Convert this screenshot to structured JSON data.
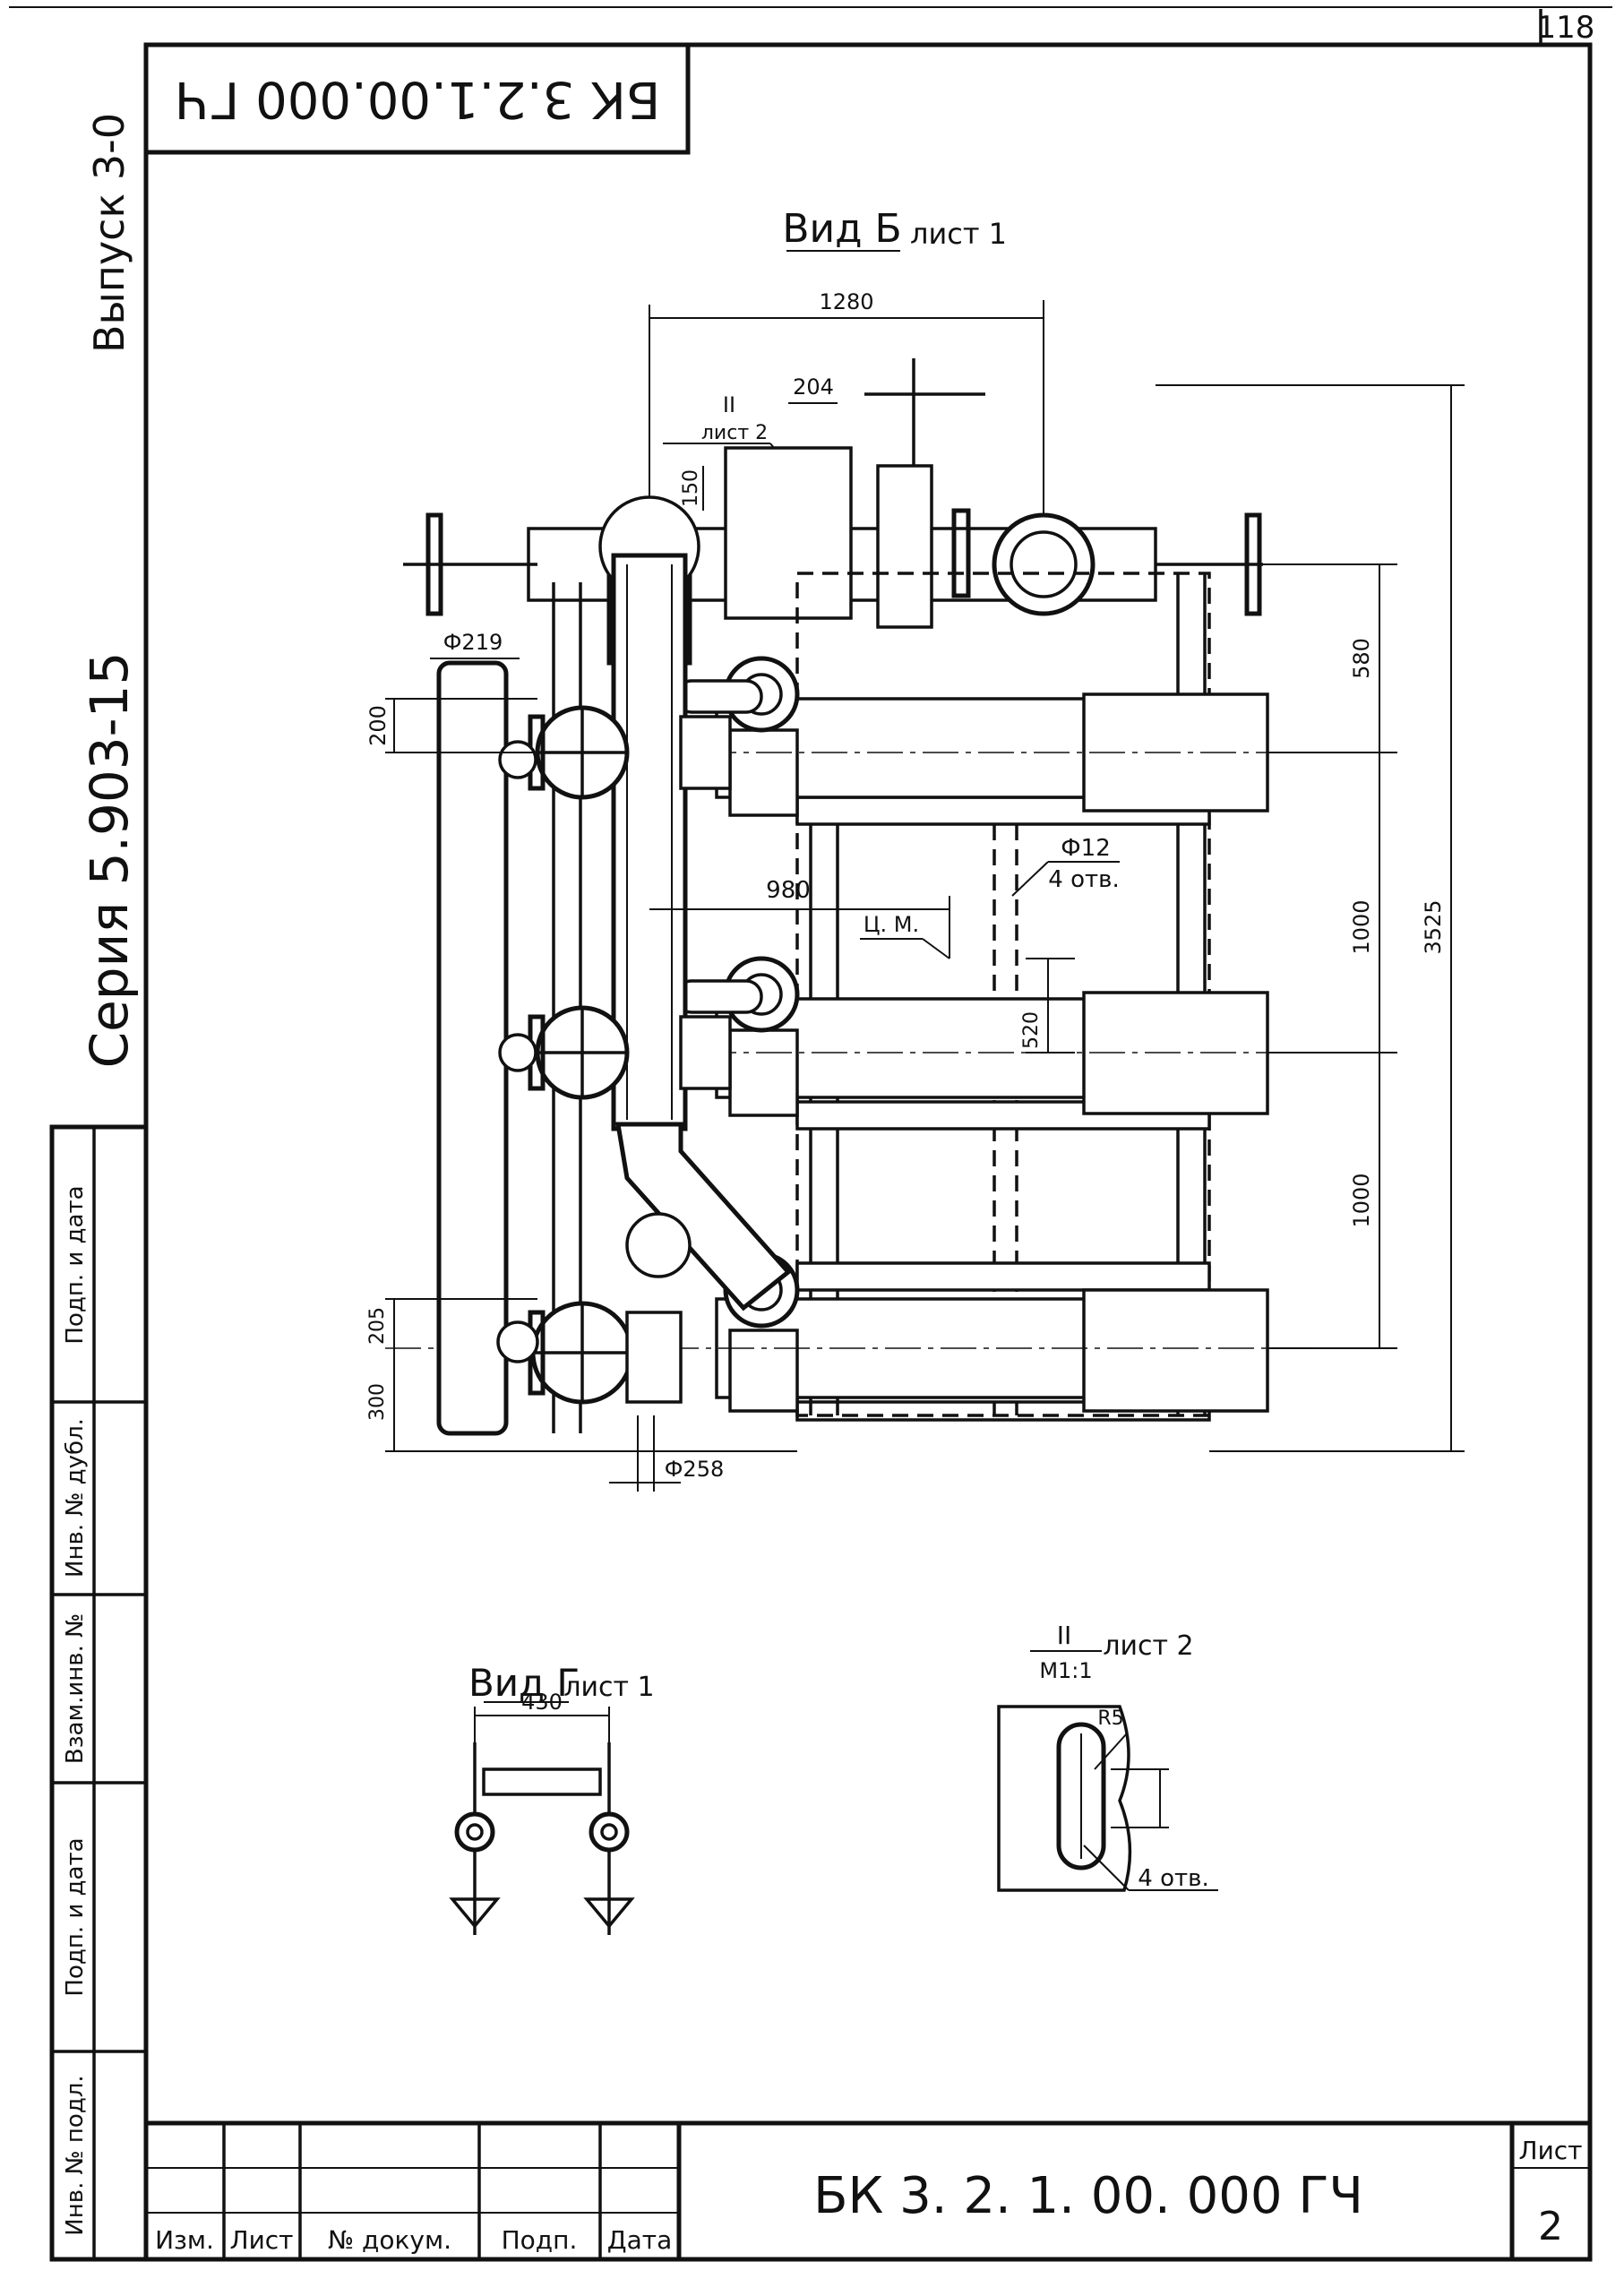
{
  "sheet": {
    "page_number": "118",
    "stamp_code": "БК 3.2.1.00.000 ГЧ",
    "series": "Серия 5.903-15",
    "issue": "Выпуск 3-0",
    "sheet_label": "Лист",
    "sheet_number": "2"
  },
  "side_stamp": {
    "fields": [
      "Инв. № подл.",
      "Подп. и дата",
      "Взам.инв. №",
      "Инв. № дубл.",
      "Подп. и дата"
    ]
  },
  "title_block": {
    "headers": [
      "Изм.",
      "Лист",
      "№ докум.",
      "Подп.",
      "Дата"
    ],
    "designation": "БК 3. 2. 1. 00. 000 ГЧ"
  },
  "view_b": {
    "title": "Вид Б",
    "ref": "лист 1",
    "dims": {
      "overall_width": "1280",
      "d204": "204",
      "d150": "150",
      "d580": "580",
      "d1000a": "1000",
      "d1000b": "1000",
      "d3525": "3525",
      "d200": "200",
      "d980": "980",
      "d520": "520",
      "d205": "205",
      "d300": "300",
      "phi219": "Ф219",
      "phi258": "Ф258",
      "phi12": "Ф12",
      "holes": "4 отв.",
      "cm": "Ц. М."
    },
    "callout": {
      "mark": "II",
      "ref": "лист 2"
    }
  },
  "view_g": {
    "title": "Вид Г",
    "ref": "лист 1",
    "dim": "430"
  },
  "detail_ii": {
    "mark": "II",
    "scale": "М1:1",
    "ref": "лист 2",
    "radius": "R5",
    "holes": "4 отв."
  }
}
